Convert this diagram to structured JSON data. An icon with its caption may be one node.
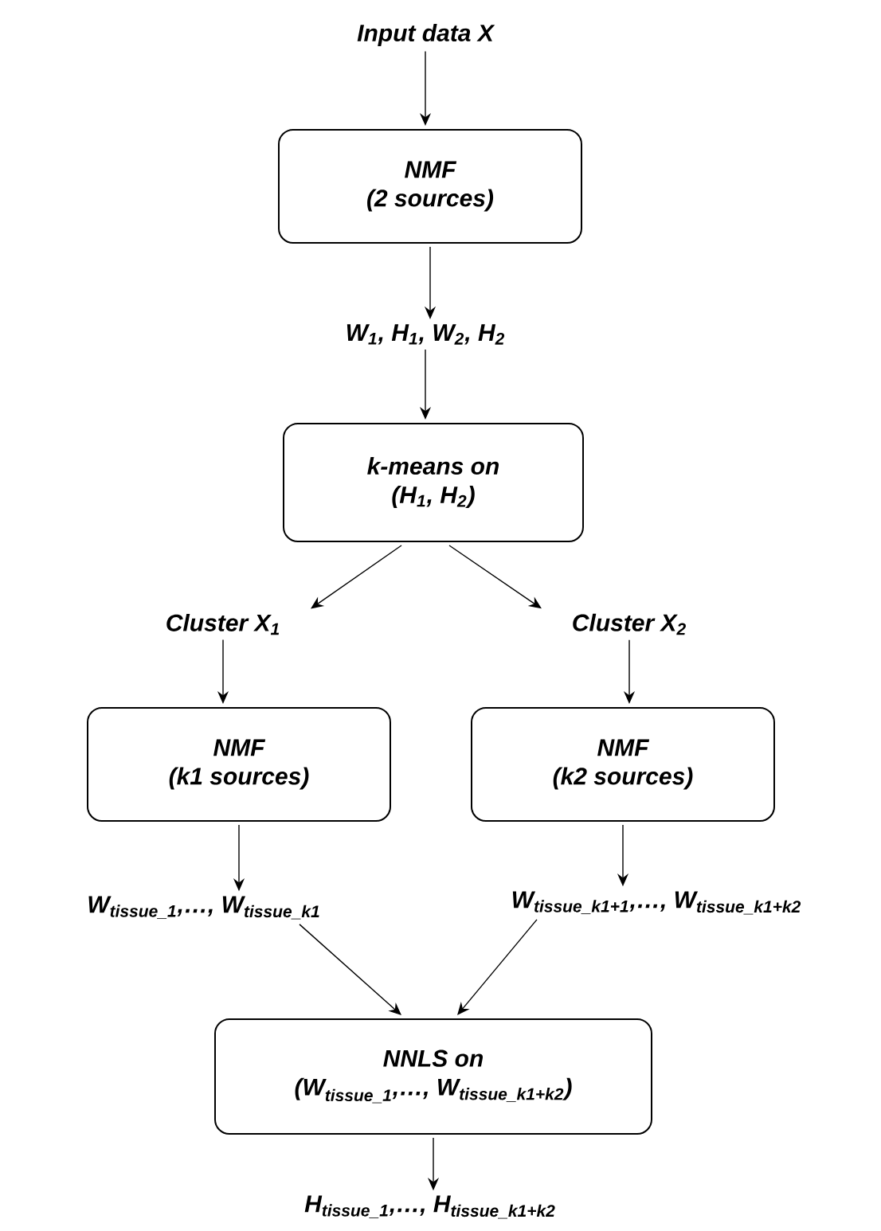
{
  "diagram": {
    "nodes": [
      {
        "text": [
          "Input data X"
        ]
      },
      {
        "text": [
          "NMF",
          "(2 sources)"
        ]
      },
      {
        "text": [
          "W$_{1}$, H$_{1}$, W$_{2}$, H$_{2}$"
        ]
      },
      {
        "text": [
          "k-means on",
          "(H$_{1}$, H$_{2}$)"
        ]
      },
      {
        "text": [
          "Cluster X$_{1}$"
        ]
      },
      {
        "text": [
          "Cluster X$_{2}$"
        ]
      },
      {
        "text": [
          "NMF",
          "(k1 sources)"
        ]
      },
      {
        "text": [
          "NMF",
          "(k2 sources)"
        ]
      },
      {
        "text": [
          "\\text{W}_{\\text{tissue\\_1}}\\text{,…, W}_{\\text{tissue\\_k1}}"
        ]
      },
      {
        "text": [
          "\\text{W}_{\\text{tissue\\_k1+1}}\\text{,…, W}_{\\text{tissue\\_k1+k2}}"
        ]
      },
      {
        "text": [
          "NNLS on",
          "\\text{(W}_{\\text{tissue\\_1}}\\text{,…, W}_{\\text{tissue\\_k1+k2}}\\text{)}"
        ]
      },
      {
        "text": [
          "\\text{H}_{\\text{tissue\\_1}}\\text{,…, H}_{\\text{tissue\\_k1+k2}}"
        ]
      }
    ],
    "edges": [
      {
        "from": 0,
        "to": 1,
        "arrow": "to"
      },
      {
        "from": 1,
        "to": 2,
        "arrow": "to"
      },
      {
        "from": 2,
        "to": 3,
        "arrow": "to"
      },
      {
        "from": 3,
        "to": 4,
        "arrow": "to"
      },
      {
        "from": 3,
        "to": 5,
        "arrow": "to"
      },
      {
        "from": 4,
        "to": 6,
        "arrow": "to"
      },
      {
        "from": 5,
        "to": 7,
        "arrow": "to"
      },
      {
        "from": 6,
        "to": 8,
        "arrow": "to"
      },
      {
        "from": 7,
        "to": 9,
        "arrow": "to"
      },
      {
        "from": 8,
        "to": 10,
        "arrow": "to"
      },
      {
        "from": 9,
        "to": 10,
        "arrow": "to"
      },
      {
        "from": 10,
        "to": 11,
        "arrow": "to"
      }
    ]
  }
}
